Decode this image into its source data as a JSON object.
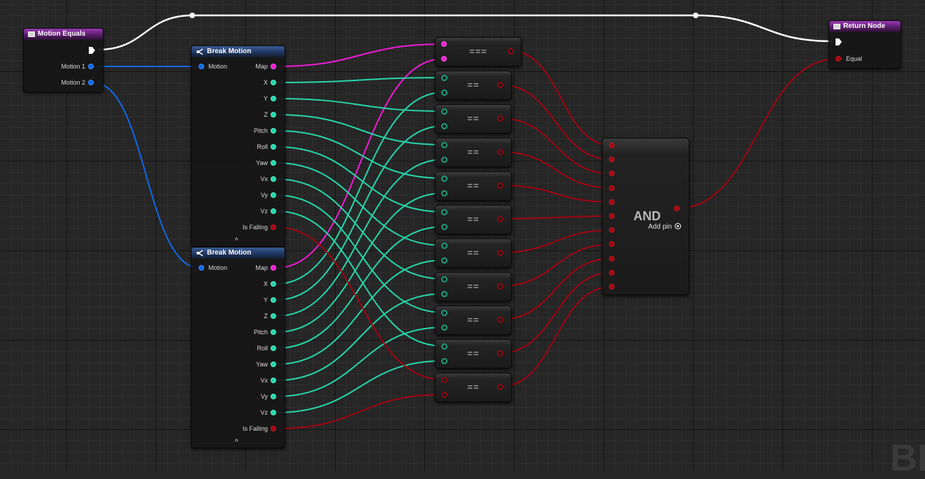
{
  "graph": {
    "watermark": "BI",
    "colors": {
      "exec": "#ffffff",
      "struct": "#1068e8",
      "object": "#f21ad8",
      "float": "#26d6aa",
      "bool": "#a00410"
    }
  },
  "motion_equals": {
    "title": "Motion Equals",
    "icon": "function-icon",
    "pins": [
      "Motion 1",
      "Motion 2"
    ]
  },
  "break_motion_1": {
    "title": "Break Motion",
    "icon": "break-struct-icon",
    "input": "Motion",
    "outputs": [
      "Map",
      "X",
      "Y",
      "Z",
      "Pitch",
      "Roll",
      "Yaw",
      "Vx",
      "Vy",
      "Vz",
      "Is Falling"
    ],
    "collapse_glyph": "^"
  },
  "break_motion_2": {
    "title": "Break Motion",
    "icon": "break-struct-icon",
    "input": "Motion",
    "outputs": [
      "Map",
      "X",
      "Y",
      "Z",
      "Pitch",
      "Roll",
      "Yaw",
      "Vx",
      "Vy",
      "Vz",
      "Is Falling"
    ],
    "collapse_glyph": "^"
  },
  "compare_nodes": [
    {
      "op": "===",
      "kind": "object"
    },
    {
      "op": "==",
      "kind": "float"
    },
    {
      "op": "==",
      "kind": "float"
    },
    {
      "op": "==",
      "kind": "float"
    },
    {
      "op": "==",
      "kind": "float"
    },
    {
      "op": "==",
      "kind": "float"
    },
    {
      "op": "==",
      "kind": "float"
    },
    {
      "op": "==",
      "kind": "float"
    },
    {
      "op": "==",
      "kind": "float"
    },
    {
      "op": "==",
      "kind": "float"
    },
    {
      "op": "==",
      "kind": "bool"
    }
  ],
  "and_node": {
    "label": "AND",
    "add_pin_label": "Add pin",
    "input_count": 11
  },
  "return_node": {
    "title": "Return Node",
    "icon": "function-icon",
    "output": "Equal"
  }
}
